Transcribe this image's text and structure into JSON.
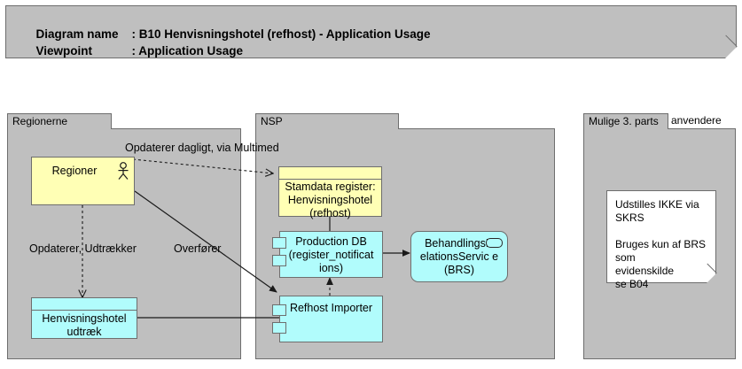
{
  "title_note": {
    "rows": [
      {
        "label": "Diagram name",
        "sep": ": ",
        "value": "B10 Henvisningshotel (refhost) - Application Usage"
      },
      {
        "label": "Viewpoint",
        "sep": ": ",
        "value": "Application Usage"
      }
    ],
    "row1_label": "Diagram name",
    "row1_value": ": B10 Henvisningshotel (refhost) - Application Usage",
    "row2_label": "Viewpoint",
    "row2_value": ": Application Usage"
  },
  "groups": {
    "regionerne": {
      "label": "Regionerne"
    },
    "nsp": {
      "label": "NSP"
    },
    "third_party": {
      "label_tab": "Mulige 3. parts",
      "label_overflow": "anvendere"
    }
  },
  "nodes": {
    "regioner": {
      "label": "Regioner",
      "icon": "actor-icon"
    },
    "henvisningshotel_udtraek": {
      "label": "Henvisningshotel\nudtræk"
    },
    "stamdata_register": {
      "label": "Stamdata register:\nHenvisningshotel\n(refhost)"
    },
    "production_db": {
      "label": "Production DB\n(register_notificat\nions)"
    },
    "refhost_importer": {
      "label": "Refhost Importer"
    },
    "brs": {
      "label": "BehandlingsR\nelationsServic\ne (BRS)",
      "icon": "service-oval-icon"
    }
  },
  "notes": {
    "skrs": {
      "text": "Udstilles IKKE via SKRS\n\nBruges kun af BRS som\nevidenskilde\nse B04"
    }
  },
  "edges": [
    {
      "id": "opdaterer-dagligt",
      "label": "Opdaterer dagligt, via Multimed",
      "style": "dashed",
      "arrow": "end"
    },
    {
      "id": "opdaterer-udtraekker",
      "label": "Opdaterer, Udtrækker",
      "style": "dashed",
      "arrow": "both"
    },
    {
      "id": "overfoerer",
      "label": "Overfører",
      "style": "solid",
      "arrow": "end"
    },
    {
      "id": "stamdata-to-proddb",
      "label": "",
      "style": "solid",
      "arrow": "none"
    },
    {
      "id": "proddb-to-brs",
      "label": "",
      "style": "solid",
      "arrow": "end"
    },
    {
      "id": "importer-to-proddb",
      "label": "",
      "style": "dashed",
      "arrow": "end"
    },
    {
      "id": "udtraek-to-importer",
      "label": "",
      "style": "solid",
      "arrow": "none"
    }
  ],
  "colors": {
    "group_fill": "#bfbfbf",
    "group_stroke": "#6e6e6e",
    "business_yellow": "#ffffb5",
    "application_cyan": "#b1fcfc",
    "note_white": "#ffffff",
    "line": "#1a1a1a",
    "canvas": "#ffffff"
  }
}
